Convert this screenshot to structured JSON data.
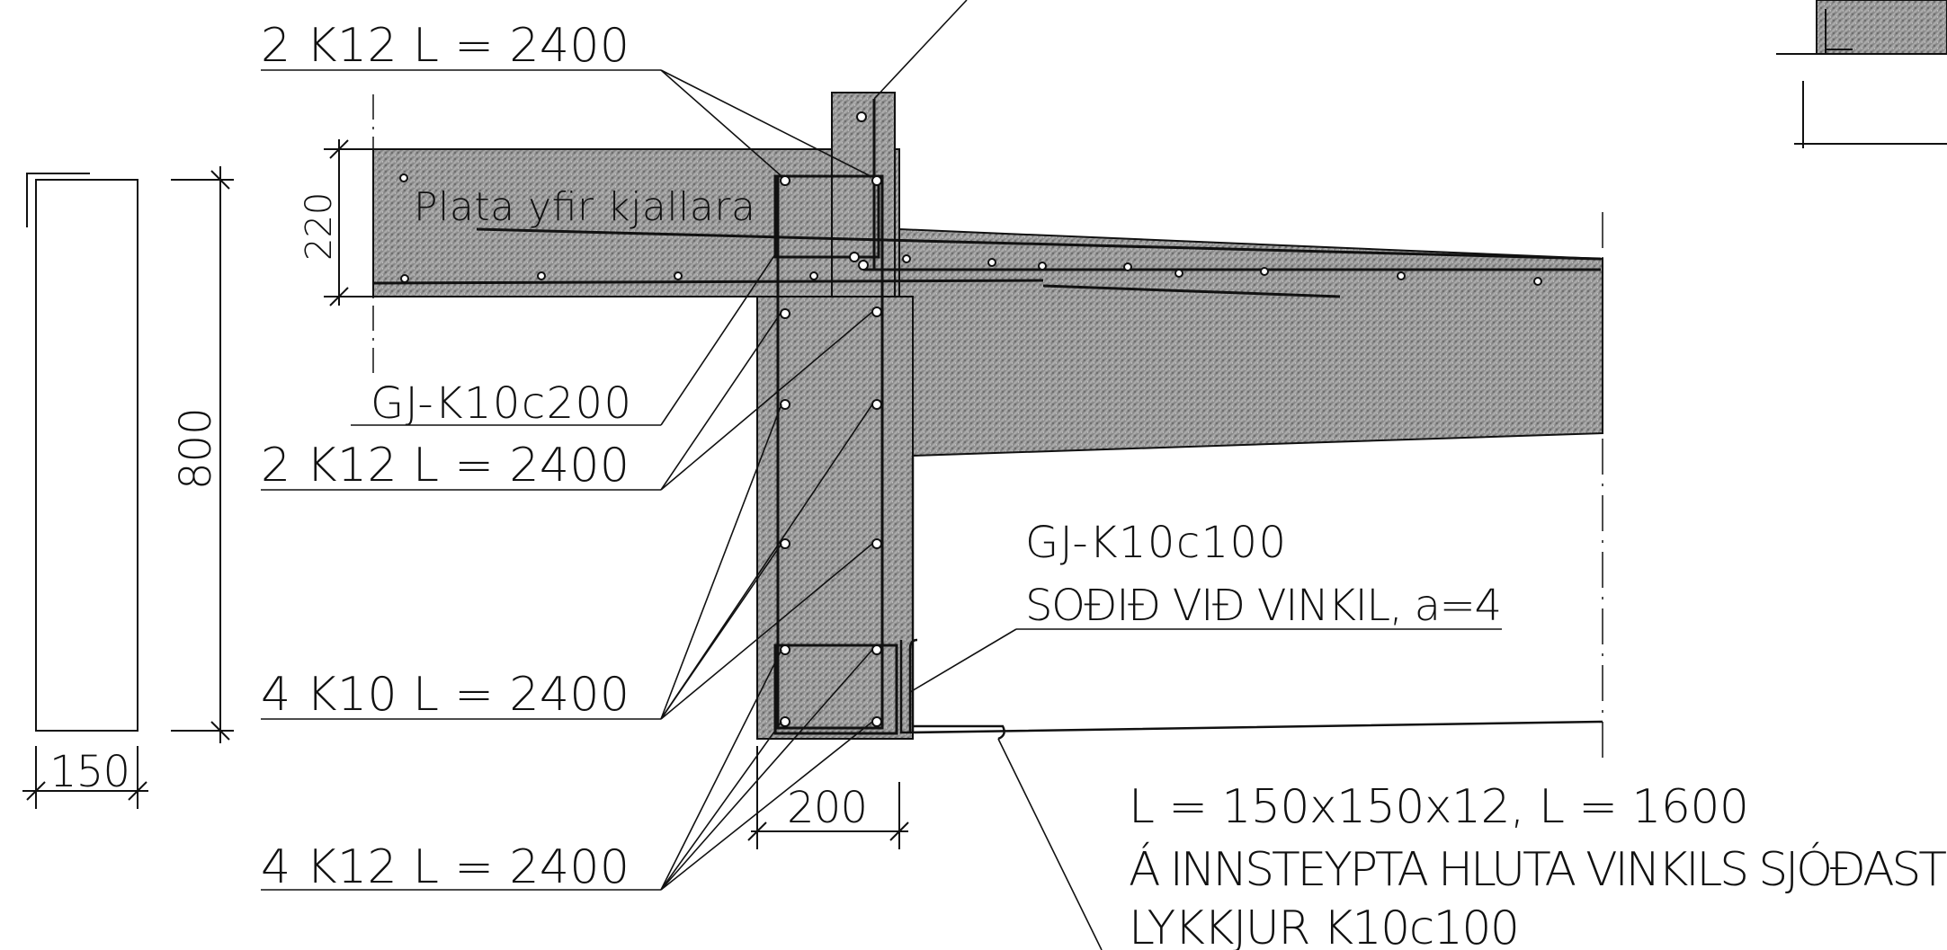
{
  "labels": {
    "top_bars": "2 K12  L = 2400",
    "slab_name": "Plata yfir kjallara",
    "dim_220": "220",
    "stirrup_top": "GJ-K10c200",
    "mid_bars": "2 K12  L = 2400",
    "dim_800": "800",
    "stirrup_weld_1": "GJ-K10c100",
    "stirrup_weld_2": "SOÐIÐ VIÐ VINKIL, a=4",
    "side_bars": "4 K10  L = 2400",
    "dim_150": "150",
    "dim_200": "200",
    "bottom_bars": "4 K12  L = 2400",
    "angle_1": "L = 150x150x12,  L = 1600",
    "angle_2": "Á INNSTEYPTA HLUTA VINKILS SJÓÐAST",
    "angle_3": "LYKKJUR K10c100"
  },
  "colors": {
    "line": "#111111",
    "concrete": "#8f8f8f"
  }
}
